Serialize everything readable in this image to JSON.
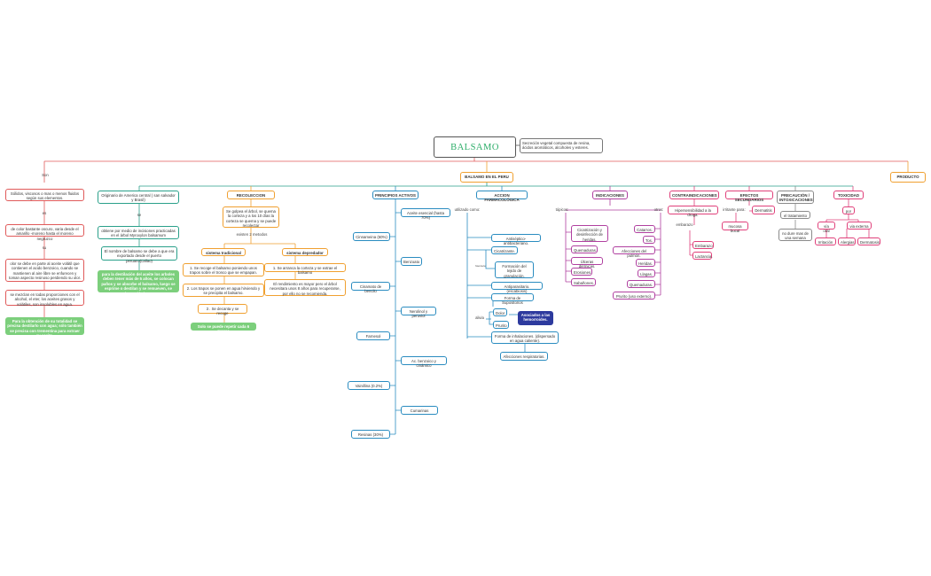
{
  "root": {
    "title": "BALSAMO",
    "desc": "Secreción vegetal compuesta de resina, ácidos aromáticos, alcoholes y esteres."
  },
  "son": "Son",
  "balsamo_peru": "BALSAMO EN EL PERU",
  "producto": "PRODUCTO",
  "left": {
    "n1": "Sólidos, viscosos o mas o menos fluidos según sus elementos.",
    "c1": "es",
    "n2": "de color bastante oscuro, varia desde el amarillo -moreno hasta el moreno negruzco",
    "c2": "su",
    "n3": "olor se debe en parte al aceite volátil que contienen el acido benzoico, cuando se mantienen al aire libre se enfurecen y toman aspecto resinoso perdiendo su olor.",
    "n4": "se mezclan en todas proporciones con el alcohol, el eter, los aceites grasos y volátiles, son insolubles en agua.",
    "n5": "Para la obtención de su totalidad se precisa destilarlo con agua; sólo también se precisa con trementina para extraer su aceite."
  },
  "peru": {
    "n1": "Originario de America central ( san salvador y Brasil)",
    "c1": "se",
    "n2": "obtiene por medio de incisiones practicadas en el árbol Myroxylon balsamum",
    "n3": "El nombre de balsamo se debe a que era exportado desde el puerto peruano(callao)",
    "n4": "para la destilación del aceite los arboles deben tener más de 5 años, se colocan paños y se absorbe el balsamo, luego se esprime o destilan y se remueven, se asienta el balsamo."
  },
  "recol": {
    "head": "RECOLECCION",
    "n1": "Se golpea el árbol, se quema la corteza y a los 10 días la corteza se quema y se puede recolectar",
    "c1": "existen 2 metodos",
    "trad": "sistema tradicional",
    "dep": "sistema depredador",
    "t1": "1. Se recoge el balsamo poniendo unos trapos sobre el tronco que se empapan.",
    "t2": "2. Los trapos se ponen en agua hirviendo y se precipita el balsamo.",
    "t3": "3 . Se decanta y se recoge",
    "t4": "Solo se puede repetir cada 6 meses",
    "d1": "1. Se arranca la corteza y se extrae el balsamo",
    "d2": "El rendimiento es mayor pero el árbol necesitara unos 8 años para recuperarse, por ello no se recomienda."
  },
  "princ": {
    "head": "PRINCIPIOS ACTIVOS",
    "r1": "Aceite esencial (hasta 70%)",
    "l1": "Cinnameina (60%)",
    "r2": "Benzoato",
    "l2": "Cinamato de bencilo",
    "r3": "Nerolinol y peruviol",
    "l3": "Farnesol",
    "r4": "Ac. benzoico y cinámico",
    "l4": "Vainillina (0.2%)",
    "r5": "Cumarinas",
    "l5": "Resinas (30%)"
  },
  "accion": {
    "head": "ACCION FARMACOLÓGICA",
    "c1": "utilizado como:",
    "a1": "Antiséptico-antibacteriano.",
    "a2": "Cicatrizante.",
    "small": "favorece",
    "a3": "Formación del tejido de granulación.",
    "a4": "Antiparasitario. (escabiosis)",
    "a5": "Forma de Supositorios",
    "c2": "alivia",
    "a6": "Dolor",
    "a7": "Prurito",
    "dark": "Asociados a las hemorroides.",
    "a8": "Forma de inhalaciones. (dispersado en agua caliente).",
    "a9": "Afecciones respiratorias."
  },
  "indic": {
    "head": "INDICACIONES",
    "topico": "tópicos:",
    "otros": "otros:",
    "l1": "Cicatrización y desinfección de heridas.",
    "l2": "Quemaduras.",
    "l3": "Úlceras dérmicas.",
    "l4": "Erosiones.",
    "l5": "Sabañones.",
    "r1": "Catarros.",
    "r2": "Tos.",
    "r3": "Afecciones del pulmón.",
    "r4": "Heridas.",
    "r5": "Llagas.",
    "r6": "Quemaduras.",
    "r7": "Prurito (uso externo)."
  },
  "contra": {
    "head": "CONTRAINDICACIONES",
    "n1": "Hipersensibilidad a la droga.",
    "c1": "embarazo",
    "n2": "Embarazo",
    "n3": "Lactancia."
  },
  "efectos": {
    "head": "EFECTOS SECUNDARIOS",
    "c1": "irritante para:",
    "n1": "Dermatitis",
    "n2": "mucosa bucal"
  },
  "prec": {
    "head": "PRECAUCIÓN / INTOXICACIONES",
    "n1": "el tratamiento",
    "n2": "no dure mas de una semana"
  },
  "tox": {
    "head": "TOXICIDAD",
    "n1": "por",
    "c1": "vía oral",
    "c2": "via externa",
    "n2": "Irritación",
    "n3": "Alergias",
    "n4": "Dermatosis"
  }
}
